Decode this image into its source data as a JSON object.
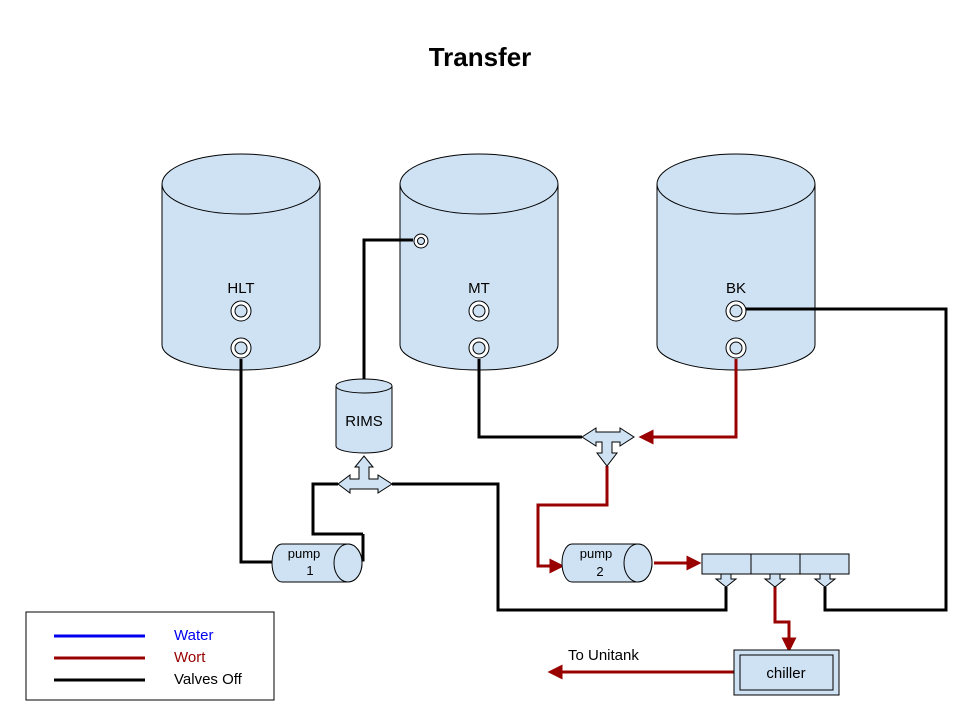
{
  "title": "Transfer",
  "tanks": {
    "hlt": "HLT",
    "mt": "MT",
    "bk": "BK"
  },
  "components": {
    "rims": "RIMS",
    "pump1_line1": "pump",
    "pump1_line2": "1",
    "pump2_line1": "pump",
    "pump2_line2": "2",
    "chiller": "chiller"
  },
  "labels": {
    "to_unitank": "To Unitank"
  },
  "legend": {
    "items": [
      {
        "label": "Water",
        "color": "#0000ee"
      },
      {
        "label": "Wort",
        "color": "#990000"
      },
      {
        "label": "Valves Off",
        "color": "#000000"
      }
    ]
  },
  "colors": {
    "tank_fill": "#cfe2f3",
    "water": "#0000ee",
    "wort": "#990000",
    "off": "#000000"
  }
}
